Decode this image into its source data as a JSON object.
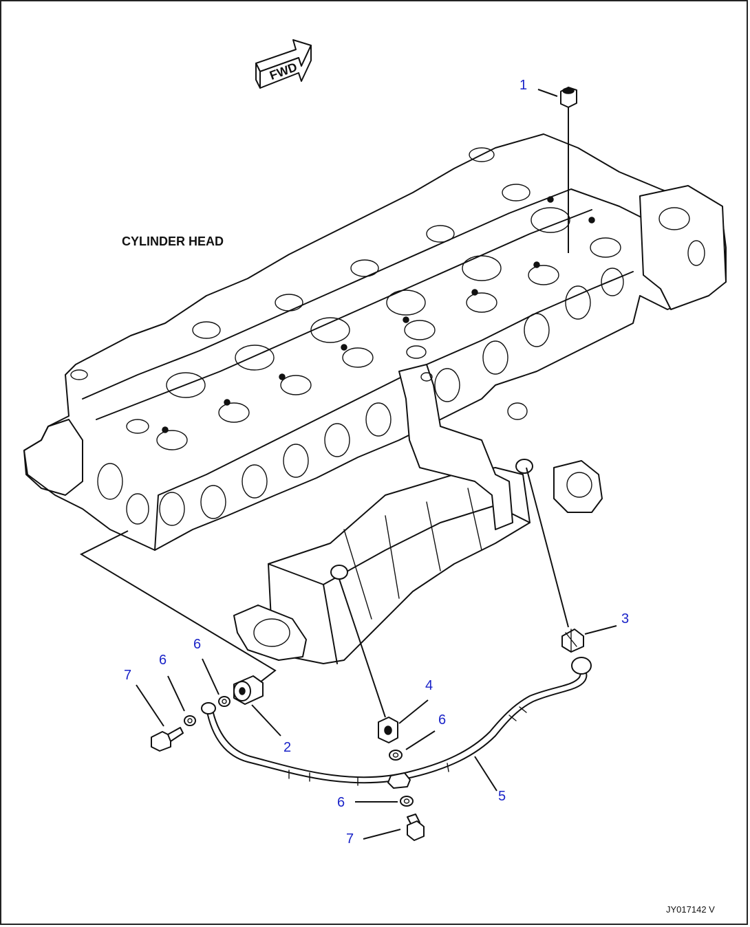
{
  "direction_label": "FWD",
  "component_label": "CYLINDER HEAD",
  "drawing_code": "JY017142 V",
  "callouts": {
    "c1": "1",
    "c2": "2",
    "c3": "3",
    "c4": "4",
    "c5": "5",
    "c6a": "6",
    "c6b": "6",
    "c6c": "6",
    "c6d": "6",
    "c7a": "7",
    "c7b": "7"
  },
  "colors": {
    "callout": "#1a23c8",
    "line": "#111111",
    "background": "#ffffff"
  }
}
